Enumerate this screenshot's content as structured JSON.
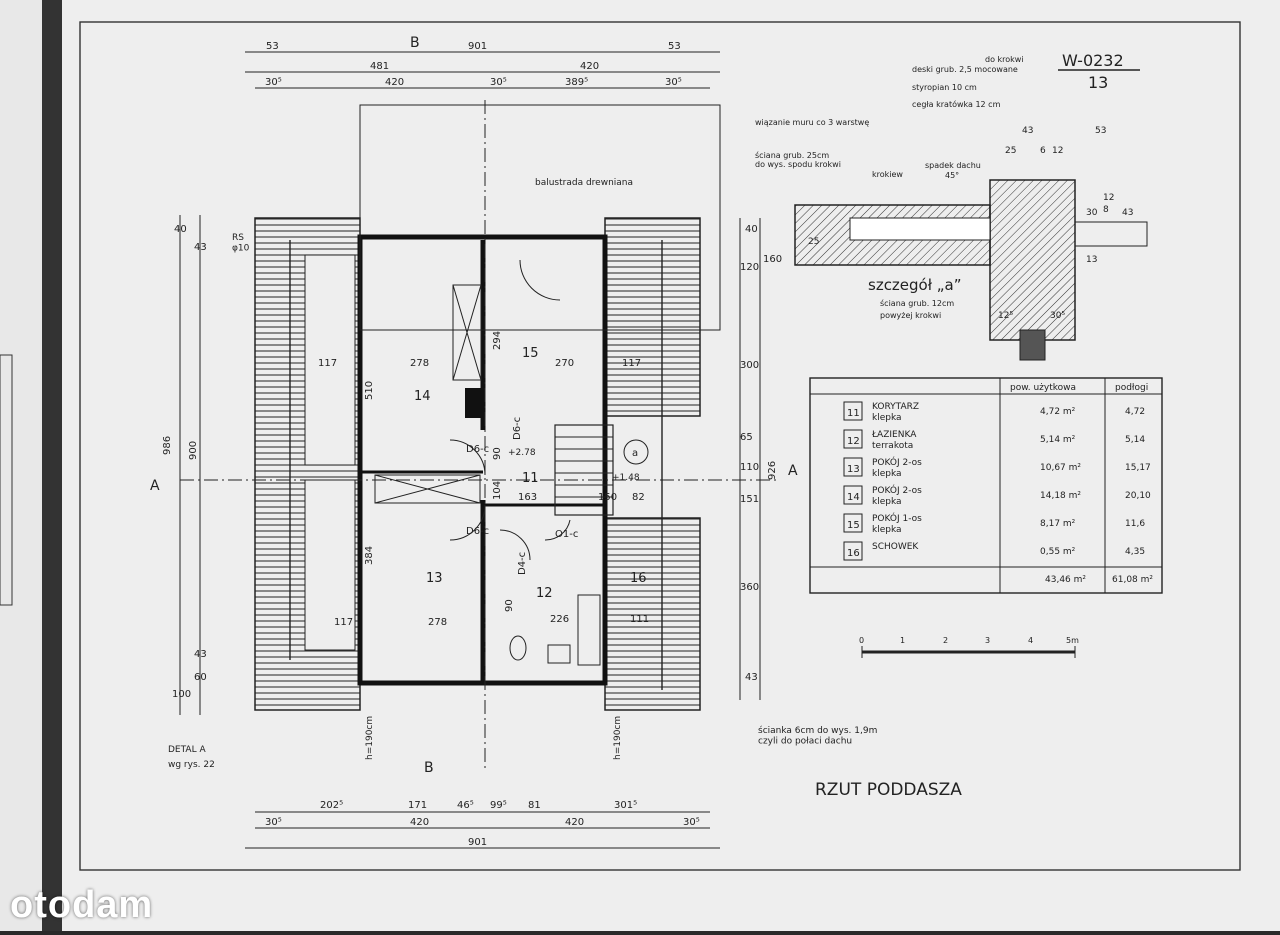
{
  "sheet": {
    "code": "W-0232",
    "number": "13",
    "title": "RZUT PODDASZA"
  },
  "watermark": "otodam",
  "section_marks": {
    "top": "B",
    "bottom": "B",
    "left": "A",
    "right": "A"
  },
  "dims_top": {
    "row1": [
      "53",
      "901",
      "53"
    ],
    "row2": [
      "481",
      "420"
    ],
    "row3": [
      "30⁵",
      "420",
      "30⁵",
      "389⁵",
      "30⁵"
    ]
  },
  "dims_bottom": {
    "row1": [
      "202⁵",
      "171",
      "46⁵",
      "99⁵",
      "81",
      "301⁵"
    ],
    "row2": [
      "30⁵",
      "420",
      "420",
      "30⁵"
    ],
    "row3": [
      "901"
    ]
  },
  "dims_left": {
    "outer": "986",
    "inner": "900",
    "segments": [
      "40",
      "43",
      "43",
      "60",
      "100"
    ],
    "rs": "RS\nφ10"
  },
  "dims_right": {
    "outer": "926",
    "segments": [
      "40",
      "120",
      "160",
      "300",
      "110",
      "151",
      "65",
      "360",
      "43"
    ]
  },
  "room_numbers": [
    "11",
    "12",
    "13",
    "14",
    "15",
    "16"
  ],
  "room_dims": [
    "117",
    "278",
    "510",
    "294",
    "270",
    "117",
    "163",
    "104",
    "384",
    "278",
    "117",
    "226",
    "111",
    "90",
    "90",
    "82",
    "150"
  ],
  "door_labels": [
    "D6-c",
    "D6-c",
    "D6-c",
    "D4-c",
    "O1-c"
  ],
  "callouts": {
    "balustrade": "balustrada drewniana",
    "partition": "ścianka 6cm do wys. 1,9m\nczyli do połaci dachu",
    "detail": "DETAL A",
    "detail_ref": "wg rys. 22",
    "height_1": "h=190cm",
    "height_2": "h=190cm",
    "stair_up": "+2.78",
    "stair_down": "+1.48",
    "circle_a": "a"
  },
  "detail_a": {
    "title": "szczegół „a”",
    "labels": [
      "do krokwi",
      "deski grub. 2,5 mocowane",
      "styropian 10 cm",
      "cegła kratówka 12 cm",
      "wiązanie muru co 3 warstwę",
      "ściana grub. 25cm",
      "do wys. spodu krokwi",
      "krokiew",
      "spadek dachu",
      "45°",
      "ściana grub. 12cm",
      "powyżej krokwi"
    ],
    "dims": [
      "43",
      "53",
      "25",
      "6",
      "12",
      "12",
      "8",
      "30",
      "43",
      "13",
      "12⁵",
      "30⁵",
      "25"
    ]
  },
  "room_table": {
    "headers": [
      "pow. użytkowa",
      "podłogi"
    ],
    "rows": [
      {
        "no": "11",
        "name": "KORYTARZ",
        "floor": "klepka",
        "area": "4,72 m²",
        "floor_area": "4,72"
      },
      {
        "no": "12",
        "name": "ŁAZIENKA",
        "floor": "terrakota",
        "area": "5,14 m²",
        "floor_area": "5,14"
      },
      {
        "no": "13",
        "name": "POKÓJ 2-os",
        "floor": "klepka",
        "area": "10,67 m²",
        "floor_area": "15,17"
      },
      {
        "no": "14",
        "name": "POKÓJ 2-os",
        "floor": "klepka",
        "area": "14,18 m²",
        "floor_area": "20,10"
      },
      {
        "no": "15",
        "name": "POKÓJ 1-os",
        "floor": "klepka",
        "area": "8,17 m²",
        "floor_area": "11,6"
      },
      {
        "no": "16",
        "name": "SCHOWEK",
        "floor": "",
        "area": "0,55 m²",
        "floor_area": "4,35"
      }
    ],
    "totals": {
      "area": "43,46 m²",
      "floor_area": "61,08 m²"
    }
  },
  "scale_bar": [
    "0",
    "1",
    "2",
    "3",
    "4",
    "5m"
  ],
  "colors": {
    "paper": "#ececec",
    "ink": "#222222",
    "shadow": "#1a1a1a"
  }
}
